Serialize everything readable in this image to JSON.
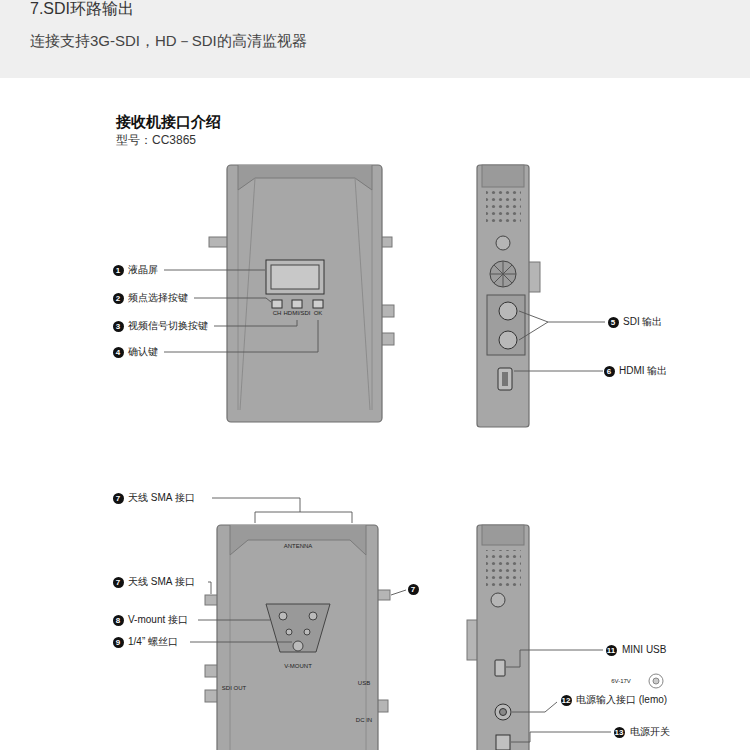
{
  "diagram": {
    "title": "接收机接口介绍",
    "nodes": [
      {
        "text": [
          "7.SDI环路输出",
          "连接支持3G-SDI，HD－SDI的高清监视器"
        ]
      }
    ],
    "labels": [
      "型号：CC3865",
      "1",
      "液晶屏",
      "2",
      "频点选择按键",
      "3",
      "视频信号切换按键",
      "4",
      "确认键",
      "CH",
      "HDMI/SDI",
      "OK",
      "5",
      "SDI 输出",
      "6",
      "HDMI 输出",
      "7",
      "天线 SMA 接口",
      "7",
      "天线 SMA 接口",
      "7",
      "8",
      "V-mount 接口",
      "9",
      "1/4” 螺丝口",
      "ANTENNA",
      "V-MOUNT",
      "SDI OUT",
      "DC IN",
      "USB",
      "11",
      "MINI USB",
      "6V-17V",
      "12",
      "电源输入接口 (lemo)",
      "13",
      "电源开关"
    ]
  }
}
